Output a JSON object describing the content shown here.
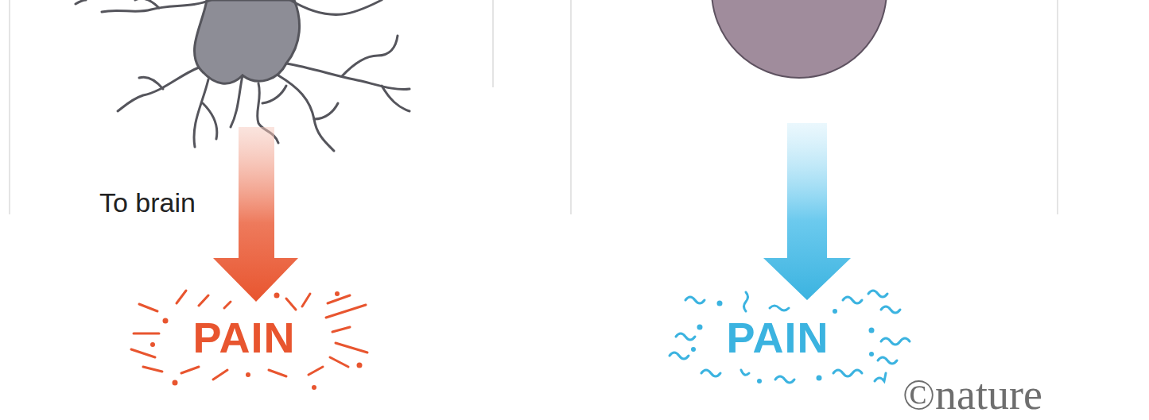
{
  "diagram": {
    "labels": [
      "To brain",
      "PAIN",
      "PAIN",
      "©nature"
    ]
  }
}
